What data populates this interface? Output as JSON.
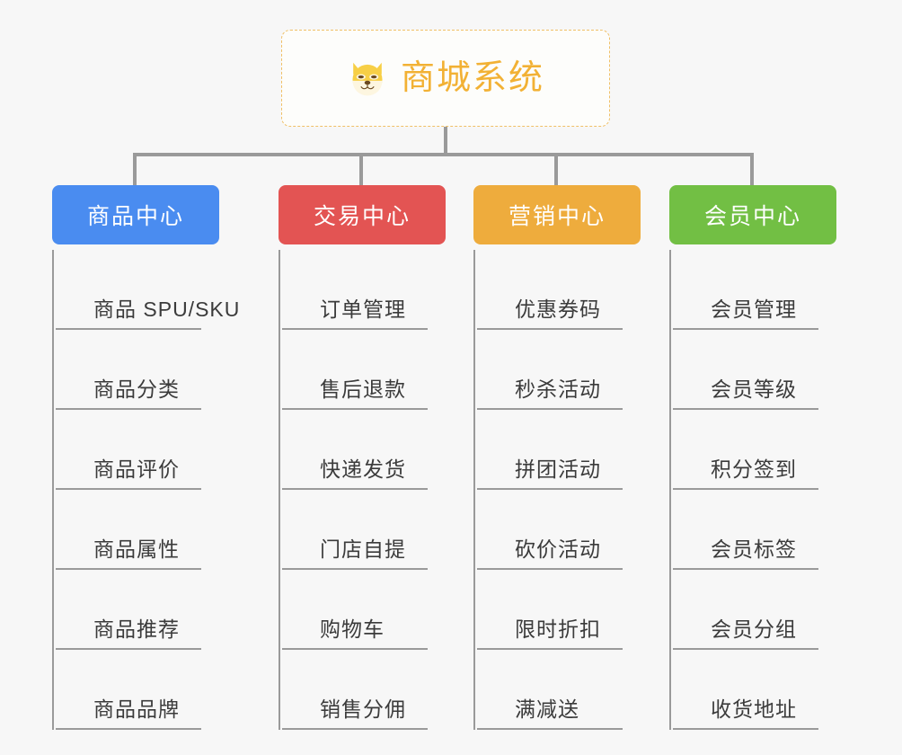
{
  "root": {
    "title": "商城系统",
    "icon": "shiba-dog-face-icon",
    "border_color": "#f0c067",
    "text_color": "#f2b134"
  },
  "connector_color": "#9a9a9a",
  "background_color": "#f7f7f7",
  "columns": [
    {
      "title": "商品中心",
      "color": "#4a8cf0",
      "items": [
        "商品 SPU/SKU",
        "商品分类",
        "商品评价",
        "商品属性",
        "商品推荐",
        "商品品牌"
      ]
    },
    {
      "title": "交易中心",
      "color": "#e35453",
      "items": [
        "订单管理",
        "售后退款",
        "快递发货",
        "门店自提",
        "购物车",
        "销售分佣"
      ]
    },
    {
      "title": "营销中心",
      "color": "#eeac3d",
      "items": [
        "优惠券码",
        "秒杀活动",
        "拼团活动",
        "砍价活动",
        "限时折扣",
        "满减送"
      ]
    },
    {
      "title": "会员中心",
      "color": "#72bf44",
      "items": [
        "会员管理",
        "会员等级",
        "积分签到",
        "会员标签",
        "会员分组",
        "收货地址"
      ]
    }
  ]
}
